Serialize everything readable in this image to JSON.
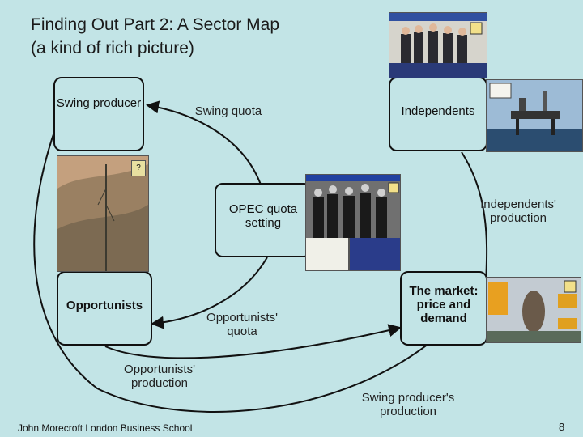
{
  "title_line1": "Finding Out Part 2:  A Sector Map",
  "title_line2": "(a kind of rich picture)",
  "nodes": {
    "swing_producer": "Swing producer",
    "independents": "Independents",
    "opec": "OPEC quota setting",
    "opportunists": "Opportunists",
    "market": "The market: price and demand"
  },
  "flows": {
    "swing_quota": "Swing quota",
    "independents_production": "Independents' production",
    "opportunists_quota": "Opportunists' quota",
    "opportunists_production": "Opportunists' production",
    "swing_production": "Swing producer's production"
  },
  "footer": "John Morecroft   London Business School",
  "page_number": "8",
  "images": {
    "meeting_photo": "people-meeting-photo",
    "oil_platform": "oil-platform-photo",
    "desert_field": "oil-field-landscape-photo",
    "opec_photo": "opec-ministers-photo",
    "market_photo": "market-screen-photo"
  },
  "colors": {
    "background": "#c2e4e6",
    "stroke": "#111111"
  }
}
